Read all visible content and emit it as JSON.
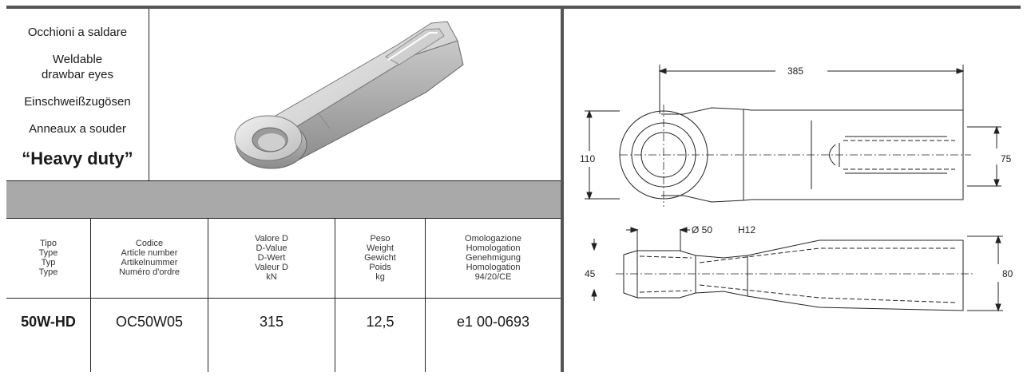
{
  "title_block": {
    "line_it": "Occhioni a saldare",
    "line_en": "Weldable\ndrawbar eyes",
    "line_de": "Einschweißzugösen",
    "line_fr": "Anneaux a souder",
    "heavy_duty": "“Heavy duty”"
  },
  "table": {
    "headers": [
      [
        "Tipo",
        "Type",
        "Typ",
        "Type"
      ],
      [
        "Codice",
        "Article number",
        "Artikelnummer",
        "Numéro d'ordre"
      ],
      [
        "Valore D",
        "D-Value",
        "D-Wert",
        "Valeur D",
        "kN"
      ],
      [
        "Peso",
        "Weight",
        "Gewicht",
        "Poids",
        "kg"
      ],
      [
        "Omologazione",
        "Homologation",
        "Genehmigung",
        "Homologation",
        "94/20/CE"
      ]
    ],
    "row": [
      "50W-HD",
      "OC50W05",
      "315",
      "12,5",
      "e1 00-0693"
    ]
  },
  "drawing": {
    "length": "385",
    "height_front": "110",
    "width_end": "75",
    "diameter": "Ø 50",
    "tolerance": "H12",
    "thickness": "45",
    "height_side": "80"
  }
}
